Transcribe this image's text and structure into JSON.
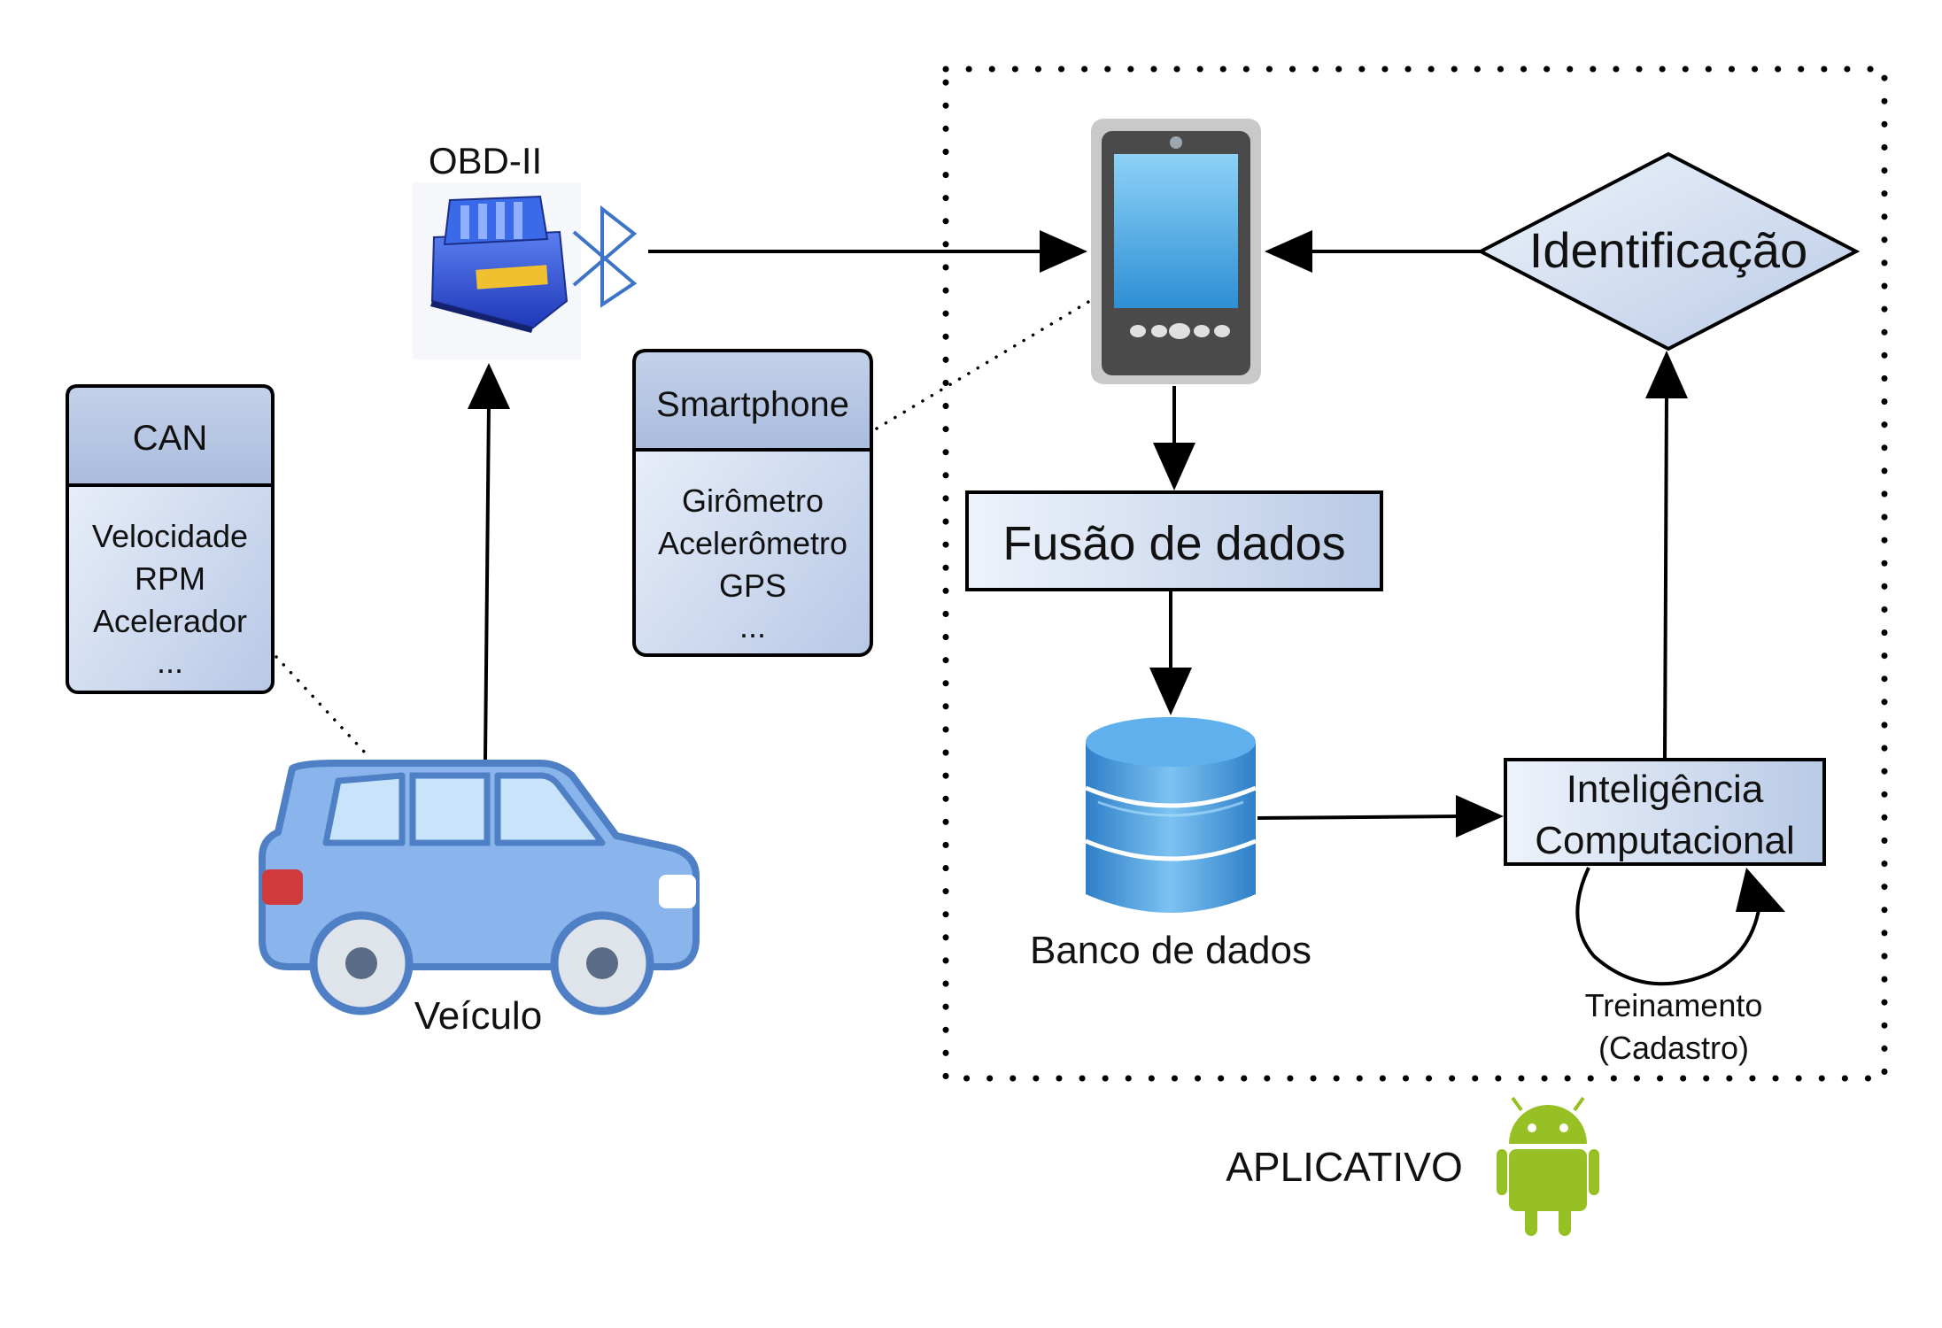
{
  "obd": {
    "label": "OBD-II"
  },
  "can": {
    "title": "CAN",
    "items": [
      "Velocidade",
      "RPM",
      "Acelerador",
      "..."
    ]
  },
  "smartphone_box": {
    "title": "Smartphone",
    "items": [
      "Girômetro",
      "Acelerômetro",
      "GPS",
      "..."
    ]
  },
  "vehicle": {
    "label": "Veículo"
  },
  "fusion": {
    "label": "Fusão de dados"
  },
  "database": {
    "label": "Banco de dados"
  },
  "identification": {
    "label": "Identificação"
  },
  "ai": {
    "line1": "Inteligência",
    "line2": "Computacional"
  },
  "training": {
    "line1": "Treinamento",
    "line2": "(Cadastro)"
  },
  "app": {
    "label": "APLICATIVO"
  },
  "icons": [
    "bluetooth-icon",
    "phone-icon",
    "database-icon",
    "car-icon",
    "android-icon",
    "obd-device-icon"
  ],
  "colors": {
    "box_title_fill": "#b8c9e4",
    "box_body_fill": "#dde6f4",
    "car_body": "#8ab4ec",
    "car_outline": "#4f7fc4",
    "android_green": "#97c024",
    "bluetooth_blue": "#3d74c8",
    "db_blue": "#3b8fd8"
  }
}
